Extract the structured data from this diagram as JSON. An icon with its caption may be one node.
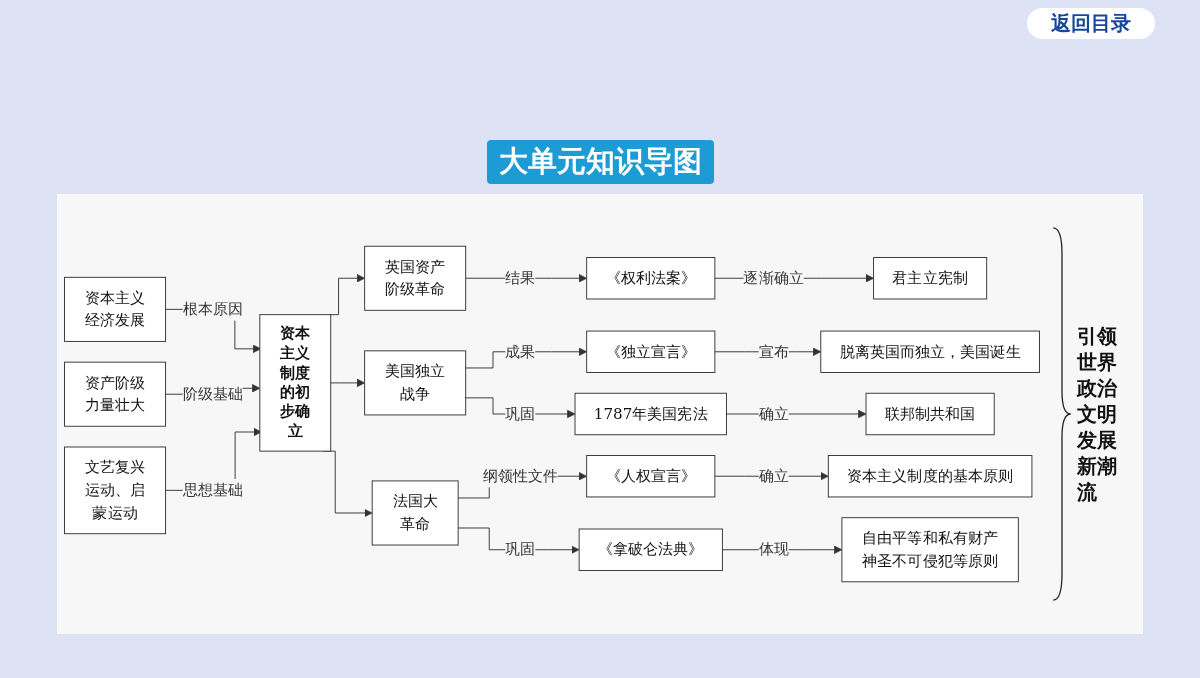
{
  "diagram": {
    "title": "大单元知识导图",
    "nodes": [
      {
        "text": [
          "资本主义经济发展"
        ]
      },
      {
        "text": [
          "资产阶级力量壮大"
        ]
      },
      {
        "text": [
          "文艺复兴运动、启蒙运动"
        ]
      },
      {
        "text": [
          "资本主义制度的初步确立"
        ]
      },
      {
        "text": [
          "英国资产阶级革命"
        ]
      },
      {
        "text": [
          "美国独立战争"
        ]
      },
      {
        "text": [
          "法国大革命"
        ]
      },
      {
        "text": [
          "《权利法案》"
        ]
      },
      {
        "text": [
          "《独立宣言》"
        ]
      },
      {
        "text": [
          "1787年美国宪法"
        ]
      },
      {
        "text": [
          "《人权宣言》"
        ]
      },
      {
        "text": [
          "《拿破仑法典》"
        ]
      },
      {
        "text": [
          "君主立宪制"
        ]
      },
      {
        "text": [
          "脱离英国而独立，美国诞生"
        ]
      },
      {
        "text": [
          "联邦制共和国"
        ]
      },
      {
        "text": [
          "资本主义制度的基本原则"
        ]
      },
      {
        "text": [
          "自由平等和私有财产神圣不可侵犯等原则"
        ]
      }
    ],
    "edges": [
      {
        "from": 0,
        "to": 3,
        "arrow": "to",
        "label": "根本原因"
      },
      {
        "from": 1,
        "to": 3,
        "arrow": "to",
        "label": "阶级基础"
      },
      {
        "from": 2,
        "to": 3,
        "arrow": "to",
        "label": "思想基础"
      },
      {
        "from": 3,
        "to": 4,
        "arrow": "to"
      },
      {
        "from": 3,
        "to": 5,
        "arrow": "to"
      },
      {
        "from": 3,
        "to": 6,
        "arrow": "to"
      },
      {
        "from": 4,
        "to": 7,
        "arrow": "to",
        "label": "结果"
      },
      {
        "from": 5,
        "to": 8,
        "arrow": "to",
        "label": "成果"
      },
      {
        "from": 5,
        "to": 9,
        "arrow": "to",
        "label": "巩固"
      },
      {
        "from": 6,
        "to": 10,
        "arrow": "to",
        "label": "纲领性文件"
      },
      {
        "from": 6,
        "to": 11,
        "arrow": "to",
        "label": "巩固"
      },
      {
        "from": 7,
        "to": 12,
        "arrow": "to",
        "label": "逐渐确立"
      },
      {
        "from": 8,
        "to": 13,
        "arrow": "to",
        "label": "宣布"
      },
      {
        "from": 9,
        "to": 14,
        "arrow": "to",
        "label": "确立"
      },
      {
        "from": 10,
        "to": 15,
        "arrow": "to",
        "label": "确立"
      },
      {
        "from": 11,
        "to": 16,
        "arrow": "to",
        "label": "体现"
      }
    ],
    "labels": [
      "返回目录",
      "引领世界政治文明发展新潮流"
    ]
  }
}
